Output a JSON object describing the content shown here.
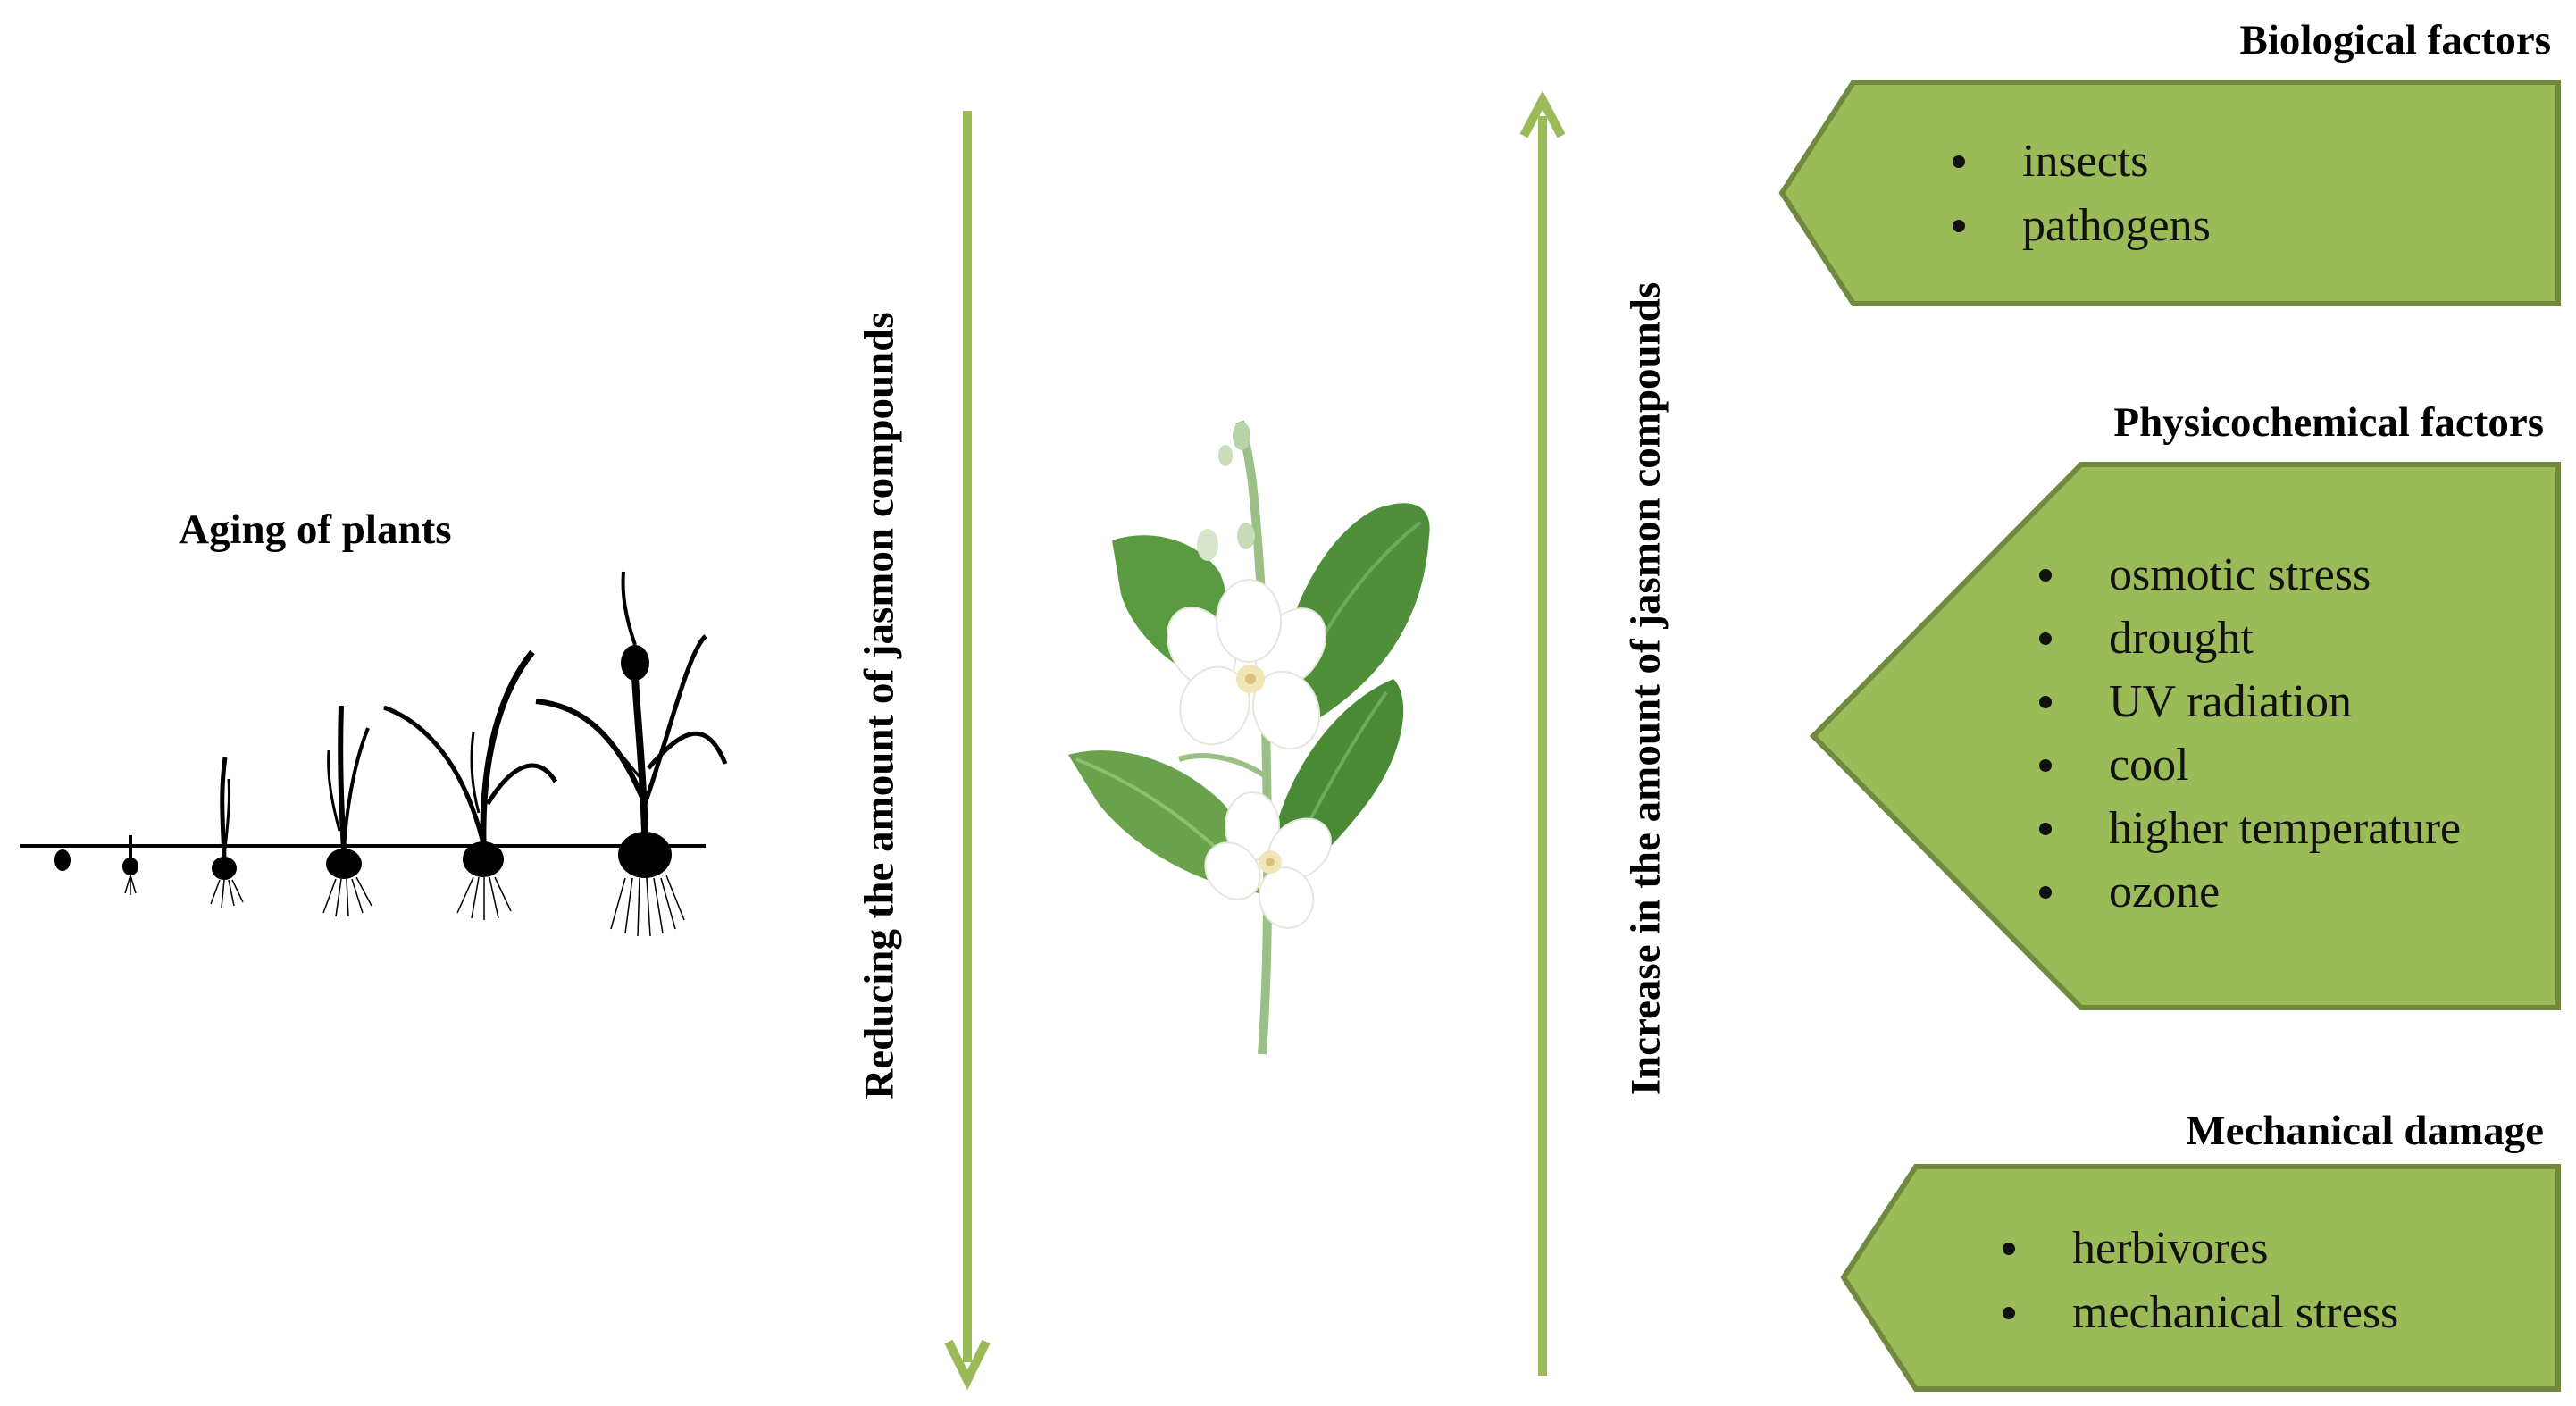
{
  "colors": {
    "arrow": "#9bbb59",
    "box_fill": "#9bbb59",
    "box_stroke": "#71893f",
    "text": "#000000",
    "leaf": "#5f9f3e",
    "petal": "#ffffff"
  },
  "left": {
    "title": "Aging of plants"
  },
  "arrows": {
    "down_label": "Reducing the amount of jasmon compounds",
    "up_label": "Increase in the amount of jasmon compounds"
  },
  "center_image": "jasmine-flower-illustration",
  "factors": [
    {
      "title": "Biological factors",
      "items": [
        "insects",
        "pathogens"
      ]
    },
    {
      "title": "Physicochemical factors",
      "items": [
        "osmotic stress",
        "drought",
        "UV  radiation",
        "cool",
        "higher temperature",
        "ozone"
      ]
    },
    {
      "title": "Mechanical damage",
      "items": [
        "herbivores",
        "mechanical stress"
      ]
    }
  ]
}
